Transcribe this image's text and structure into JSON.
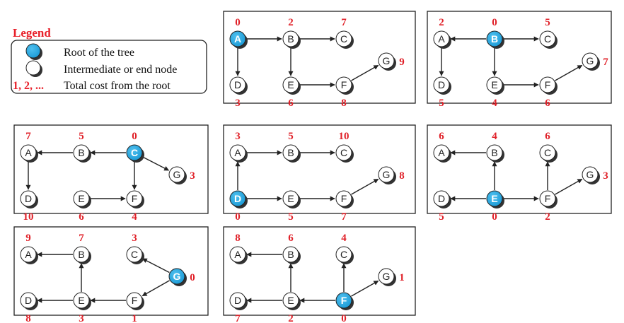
{
  "legend": {
    "title": "Legend",
    "items": [
      {
        "symbol": "root",
        "text": "Root of the tree"
      },
      {
        "symbol": "node",
        "text": "Intermediate or end node"
      },
      {
        "symbol": "cost",
        "key": "1, 2, ...",
        "text": "Total cost from the root"
      }
    ]
  },
  "colors": {
    "root_fill": "#1a9ad6",
    "node_fill": "#ffffff",
    "cost": "#e02028",
    "frame": "#222222"
  },
  "panels": [
    {
      "root": "A",
      "costs": {
        "A": 0,
        "B": 2,
        "C": 7,
        "D": 3,
        "E": 6,
        "F": 8,
        "G": 9
      },
      "edges": [
        [
          "A",
          "B"
        ],
        [
          "A",
          "D"
        ],
        [
          "B",
          "C"
        ],
        [
          "B",
          "E"
        ],
        [
          "E",
          "F"
        ],
        [
          "F",
          "G"
        ]
      ]
    },
    {
      "root": "B",
      "costs": {
        "A": 2,
        "B": 0,
        "C": 5,
        "D": 5,
        "E": 4,
        "F": 6,
        "G": 7
      },
      "edges": [
        [
          "B",
          "A"
        ],
        [
          "A",
          "D"
        ],
        [
          "B",
          "C"
        ],
        [
          "B",
          "E"
        ],
        [
          "E",
          "F"
        ],
        [
          "F",
          "G"
        ]
      ]
    },
    {
      "root": "C",
      "costs": {
        "A": 7,
        "B": 5,
        "C": 0,
        "D": 10,
        "E": 6,
        "F": 4,
        "G": 3
      },
      "edges": [
        [
          "C",
          "B"
        ],
        [
          "B",
          "A"
        ],
        [
          "A",
          "D"
        ],
        [
          "C",
          "G"
        ],
        [
          "C",
          "F"
        ],
        [
          "E",
          "F"
        ]
      ]
    },
    {
      "root": "D",
      "costs": {
        "A": 3,
        "B": 5,
        "C": 10,
        "D": 0,
        "E": 5,
        "F": 7,
        "G": 8
      },
      "edges": [
        [
          "D",
          "A"
        ],
        [
          "A",
          "B"
        ],
        [
          "B",
          "C"
        ],
        [
          "D",
          "E"
        ],
        [
          "E",
          "F"
        ],
        [
          "F",
          "G"
        ]
      ]
    },
    {
      "root": "E",
      "costs": {
        "A": 6,
        "B": 4,
        "C": 6,
        "D": 5,
        "E": 0,
        "F": 2,
        "G": 3
      },
      "edges": [
        [
          "E",
          "B"
        ],
        [
          "B",
          "A"
        ],
        [
          "E",
          "D"
        ],
        [
          "E",
          "F"
        ],
        [
          "F",
          "C"
        ],
        [
          "F",
          "G"
        ]
      ]
    },
    {
      "root": "G",
      "costs": {
        "A": 9,
        "B": 7,
        "C": 3,
        "D": 8,
        "E": 3,
        "F": 1,
        "G": 0
      },
      "edges": [
        [
          "G",
          "C"
        ],
        [
          "G",
          "F"
        ],
        [
          "F",
          "E"
        ],
        [
          "E",
          "D"
        ],
        [
          "E",
          "B"
        ],
        [
          "B",
          "A"
        ]
      ]
    },
    {
      "root": "F",
      "costs": {
        "A": 8,
        "B": 6,
        "C": 4,
        "D": 7,
        "E": 2,
        "F": 0,
        "G": 1
      },
      "edges": [
        [
          "F",
          "C"
        ],
        [
          "F",
          "G"
        ],
        [
          "F",
          "E"
        ],
        [
          "E",
          "D"
        ],
        [
          "E",
          "B"
        ],
        [
          "B",
          "A"
        ]
      ]
    }
  ]
}
